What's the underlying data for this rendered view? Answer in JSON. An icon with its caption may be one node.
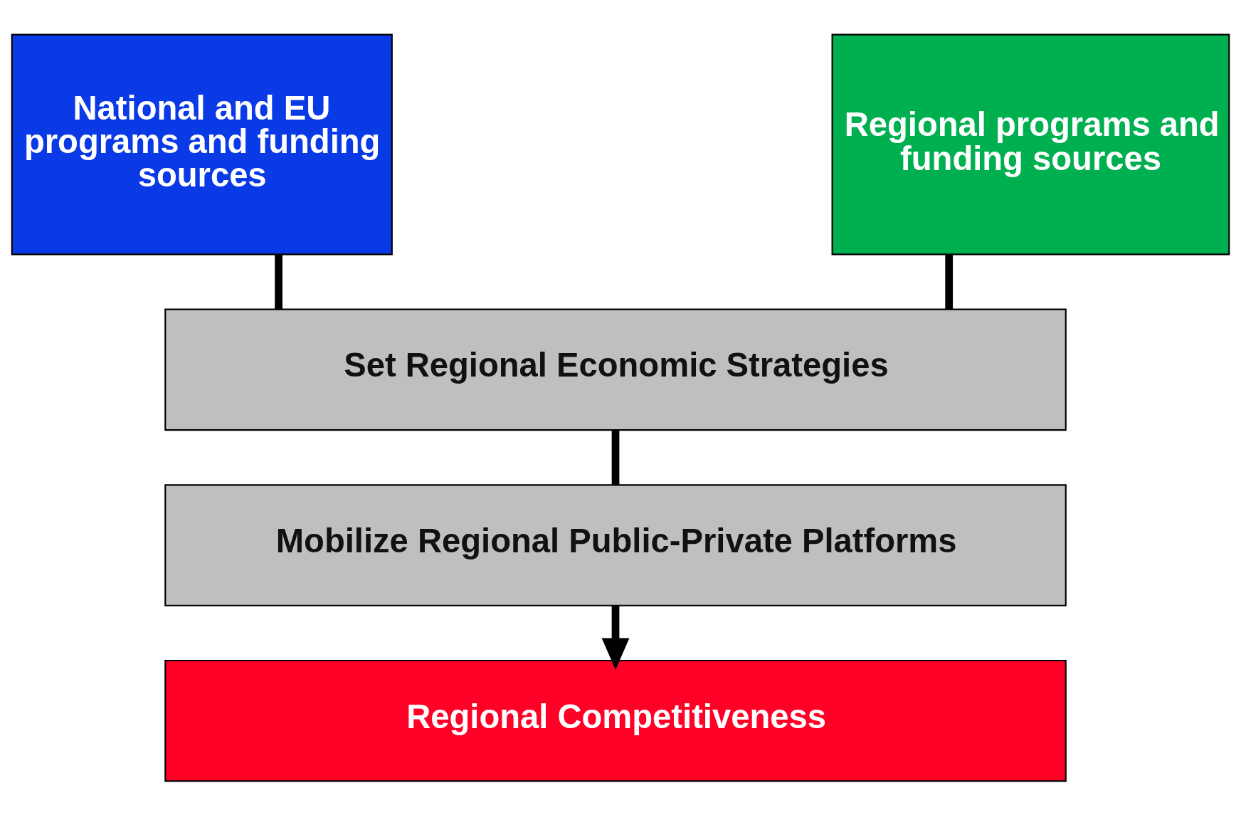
{
  "diagram": {
    "nodes": [
      {
        "text": [
          "National and EU programs and funding sources"
        ]
      },
      {
        "text": [
          "Regional programs and funding sources"
        ]
      },
      {
        "text": [
          "Set Regional Economic Strategies"
        ]
      },
      {
        "text": [
          "Mobilize Regional Public-Private Platforms"
        ]
      },
      {
        "text": [
          "Regional Competitiveness"
        ]
      }
    ],
    "edges": [
      {
        "from": 0,
        "to": 2,
        "arrow": "none"
      },
      {
        "from": 1,
        "to": 2,
        "arrow": "none"
      },
      {
        "from": 2,
        "to": 3,
        "arrow": "none"
      },
      {
        "from": 3,
        "to": 4,
        "arrow": "to"
      }
    ]
  }
}
